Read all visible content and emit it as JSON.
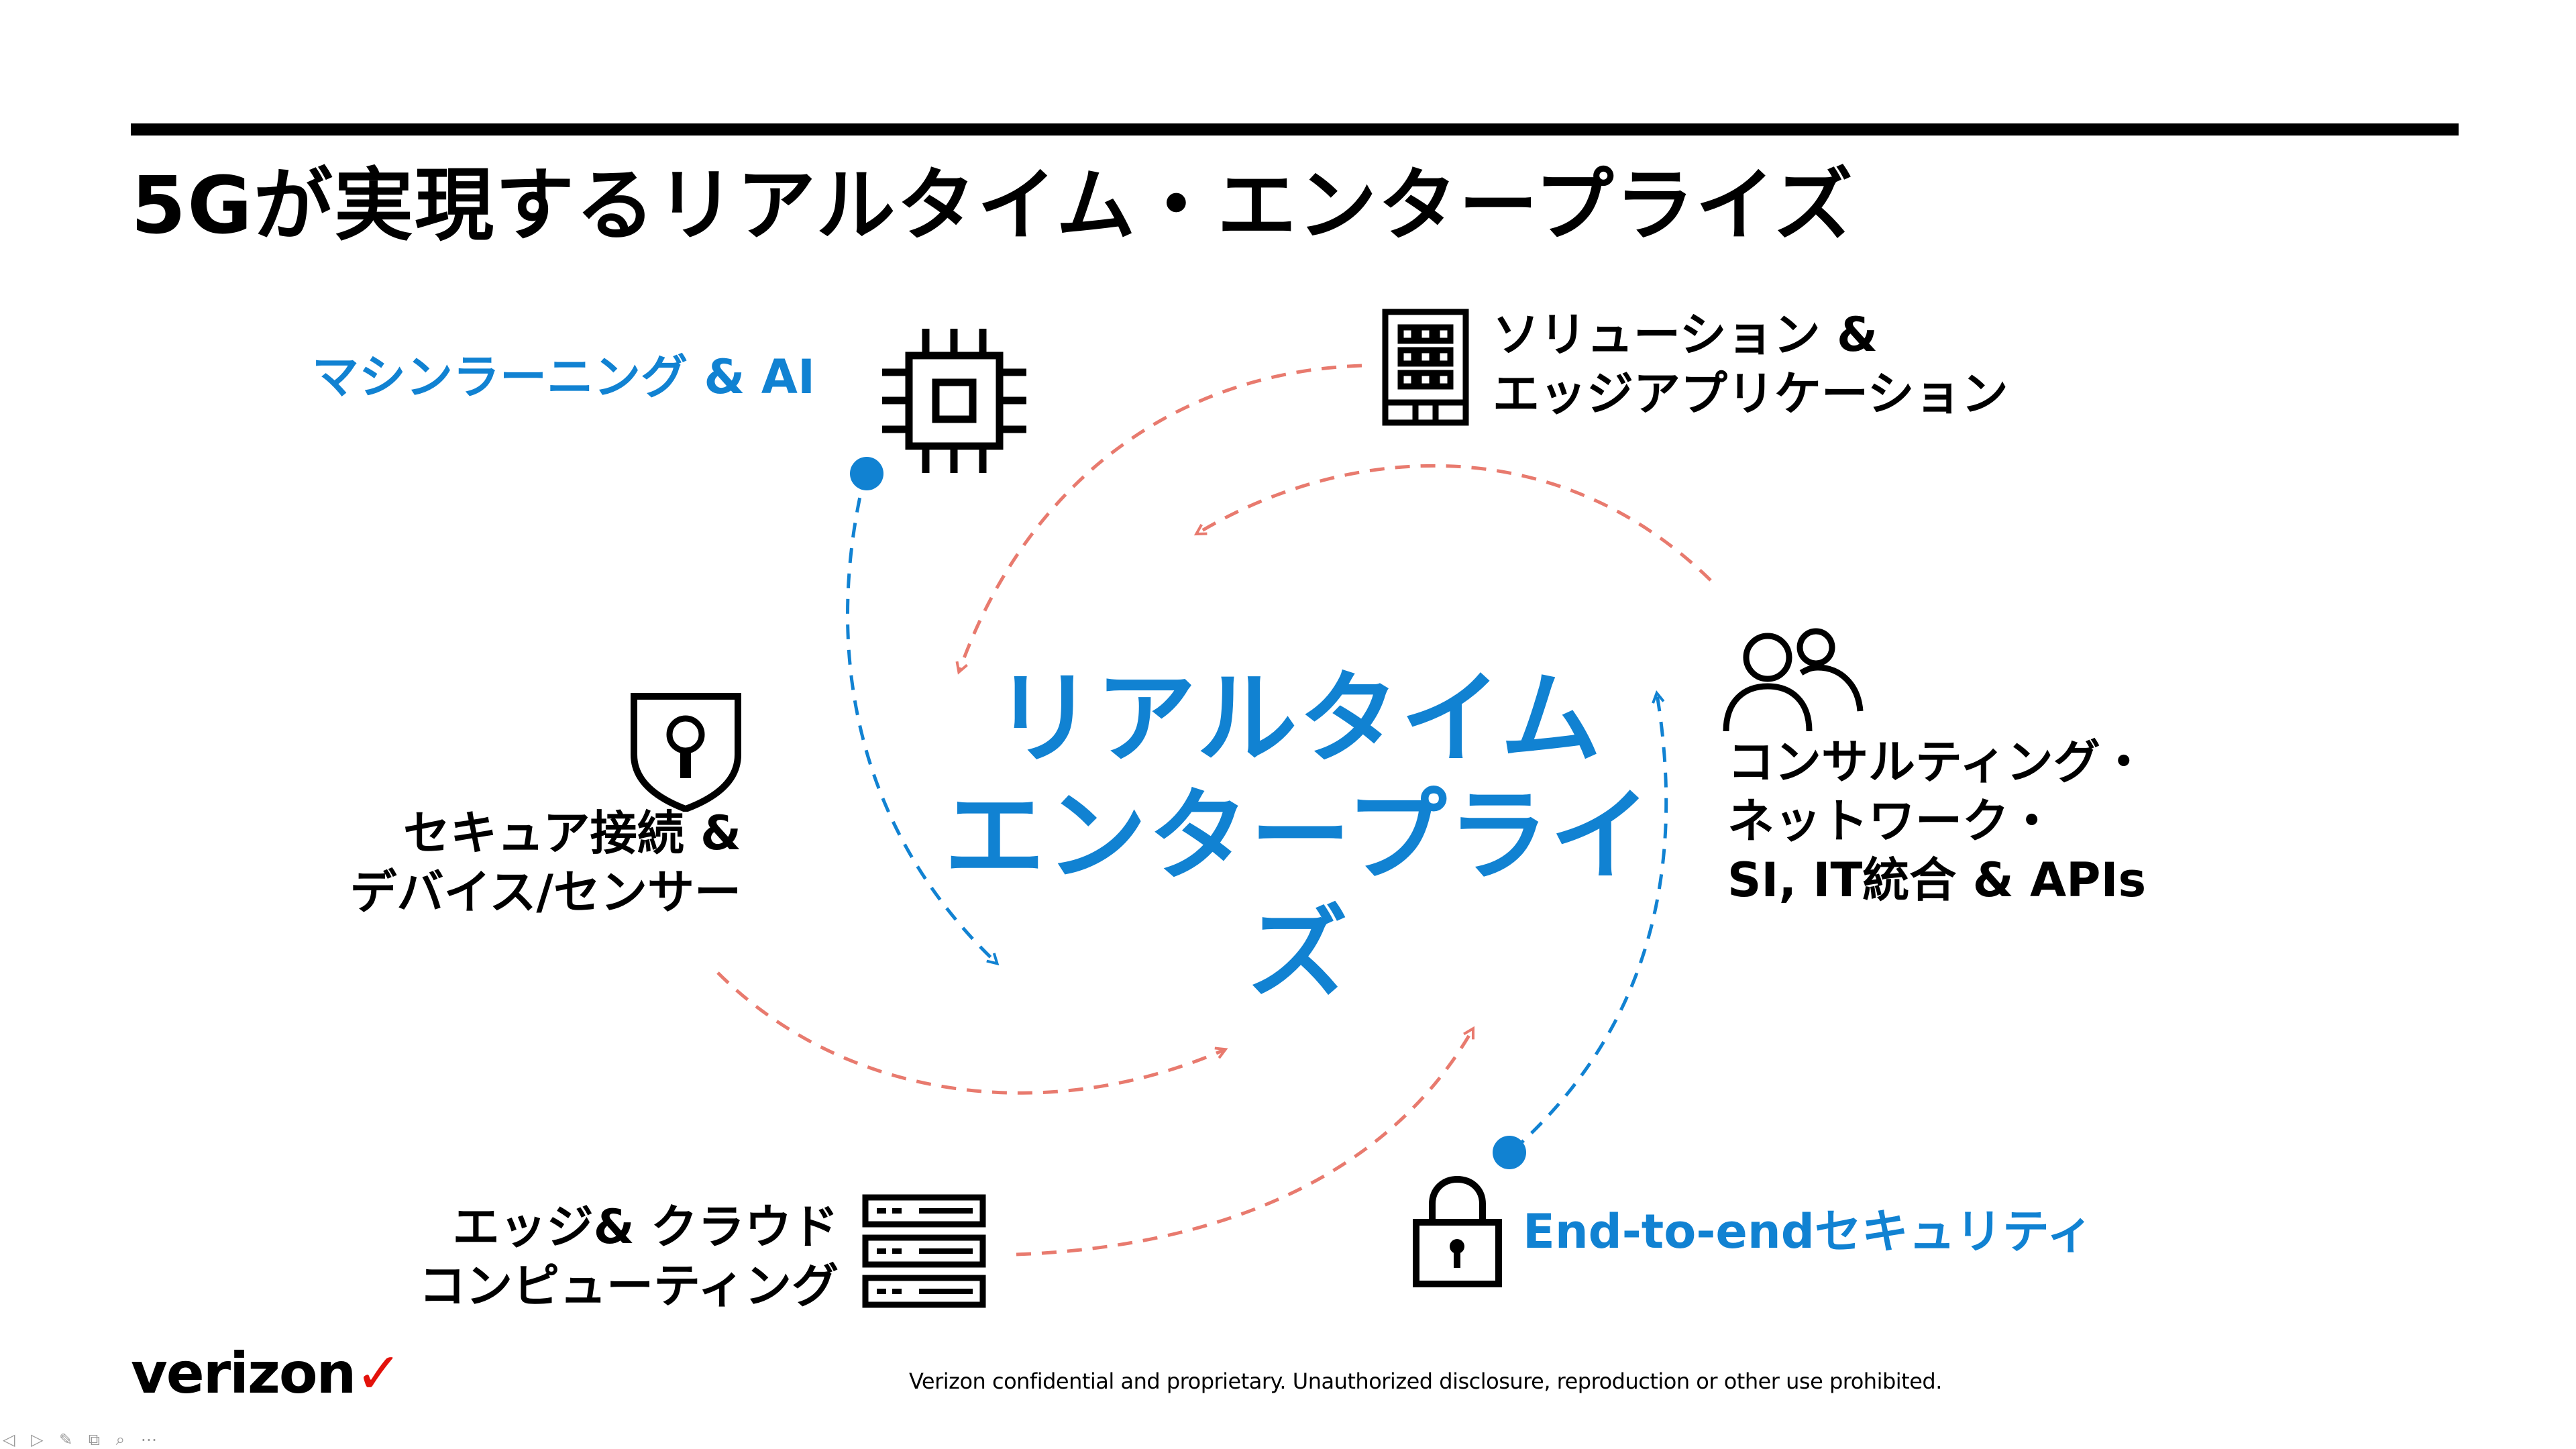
{
  "title": "5Gが実現するリアルタイム・エンタープライズ",
  "center": {
    "line1": "リアルタイム",
    "line2": "エンタープライズ"
  },
  "nodes": {
    "ml_ai": "マシンラーニング & AI",
    "solutions": {
      "line1": "ソリューション &",
      "line2": "エッジアプリケーション"
    },
    "secure": {
      "line1": "セキュア接続 &",
      "line2": "デバイス/センサー"
    },
    "consulting": {
      "line1": "コンサルティング・",
      "line2": "ネットワーク・",
      "line3": "SI, IT統合 & APIs"
    },
    "edge_cloud": {
      "line1": "エッジ& クラウド",
      "line2": "コンピューティング"
    },
    "e2e_security": "End-to-endセキュリティ"
  },
  "icons": [
    "chip-icon",
    "building-icon",
    "shield-keyhole-icon",
    "people-icon",
    "server-icon",
    "padlock-icon"
  ],
  "colors": {
    "accent_blue": "#1182d2",
    "arrow_red": "#e87a6e",
    "black": "#000000",
    "logo_check": "#e3120b"
  },
  "logo": {
    "text": "verizon",
    "mark": "✓"
  },
  "footer": "Verizon confidential and proprietary. Unauthorized disclosure, reproduction or other use prohibited.",
  "pager": "◁ ▷ ✎ ⧉ ⌕ ⋯"
}
